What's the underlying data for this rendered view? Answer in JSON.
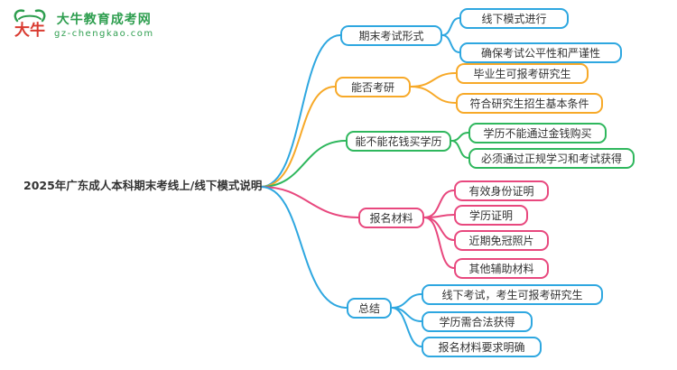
{
  "logo": {
    "mark": "大牛",
    "brand": "大牛教育成考网",
    "domain": "gz-chengkao.com"
  },
  "mindmap": {
    "root": "2025年广东成人本科期末考线上/线下模式说明",
    "branches": [
      {
        "label": "期末考试形式",
        "color": "#2ea7e0",
        "children": [
          "线下模式进行",
          "确保考试公平性和严谨性"
        ]
      },
      {
        "label": "能否考研",
        "color": "#f7a928",
        "children": [
          "毕业生可报考研究生",
          "符合研究生招生基本条件"
        ]
      },
      {
        "label": "能不能花钱买学历",
        "color": "#2fb75d",
        "children": [
          "学历不能通过金钱购买",
          "必须通过正规学习和考试获得"
        ]
      },
      {
        "label": "报名材料",
        "color": "#e8487e",
        "children": [
          "有效身份证明",
          "学历证明",
          "近期免冠照片",
          "其他辅助材料"
        ]
      },
      {
        "label": "总结",
        "color": "#2ea7e0",
        "children": [
          "线下考试，考生可报考研究生",
          "学历需合法获得",
          "报名材料要求明确"
        ]
      }
    ]
  }
}
